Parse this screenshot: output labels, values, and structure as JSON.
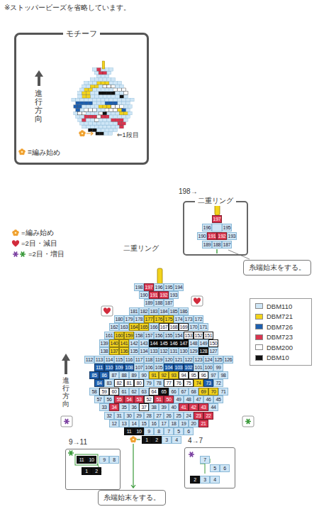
{
  "diagram": {
    "nodes": [
      {
        "text": [
          "モチーフ"
        ]
      },
      {
        "text": [
          "二重リング"
        ]
      },
      {
        "text": [
          "糸端始末をする。"
        ]
      },
      {
        "text": [
          "9→11"
        ]
      },
      {
        "text": [
          "4→7"
        ]
      },
      {
        "text": [
          "糸端始末をする。"
        ]
      }
    ],
    "labels": [
      "1",
      "2",
      "3",
      "4",
      "5",
      "6",
      "7",
      "8",
      "9",
      "10",
      "11",
      "12",
      "13",
      "14",
      "15",
      "16",
      "17",
      "18",
      "19",
      "20",
      "21",
      "22",
      "23",
      "24",
      "25",
      "26",
      "27",
      "28",
      "29",
      "30",
      "31",
      "32",
      "33",
      "34",
      "35",
      "36",
      "37",
      "38",
      "39",
      "40",
      "41",
      "42",
      "43",
      "44",
      "45",
      "46",
      "47",
      "48",
      "49",
      "50",
      "51",
      "52",
      "53",
      "54",
      "55",
      "56",
      "57",
      "58",
      "59",
      "60",
      "61",
      "62",
      "63",
      "64",
      "65",
      "66",
      "67",
      "68",
      "69",
      "70",
      "71",
      "72",
      "73",
      "74",
      "75",
      "76",
      "77",
      "78",
      "79",
      "80",
      "81",
      "82",
      "83",
      "84",
      "85",
      "86",
      "87",
      "88",
      "89",
      "90",
      "91",
      "92",
      "93",
      "94",
      "95",
      "96",
      "97",
      "98",
      "99",
      "100",
      "101",
      "102",
      "103",
      "104",
      "105",
      "106",
      "107",
      "108",
      "109",
      "110",
      "111",
      "112",
      "113",
      "114",
      "115",
      "116",
      "117",
      "118",
      "119",
      "120",
      "121",
      "122",
      "123",
      "124",
      "125",
      "126",
      "127",
      "128",
      "129",
      "130",
      "131",
      "132",
      "133",
      "134",
      "135",
      "136",
      "137",
      "138",
      "139",
      "140",
      "141",
      "142",
      "143",
      "144",
      "145",
      "146",
      "147",
      "148",
      "149",
      "150",
      "151",
      "152",
      "153",
      "154",
      "155",
      "156",
      "157",
      "158",
      "159",
      "160",
      "161",
      "162",
      "163",
      "164",
      "165",
      "166",
      "167",
      "168",
      "169",
      "170",
      "171",
      "172",
      "173",
      "174",
      "175",
      "176",
      "177",
      "178",
      "179",
      "180",
      "181",
      "182",
      "183",
      "184",
      "185",
      "186",
      "187",
      "188",
      "189",
      "190",
      "191",
      "192",
      "193",
      "194",
      "195",
      "196",
      "197",
      "198",
      "※ストッパービーズを省略しています。",
      "進行方向",
      "⇐1段目",
      "=編み始め",
      "=編み始め",
      "=2目・減目",
      "=2目・増目",
      "二重リング",
      "198→",
      "進行方向",
      "197",
      "196",
      "195",
      "190",
      "191",
      "192",
      "193",
      "189",
      "188",
      "187",
      "11",
      "10",
      "9",
      "8",
      "1",
      "2",
      "7",
      "5",
      "6",
      "2",
      "3",
      "4"
    ],
    "legend": [
      {
        "text": "DBM110",
        "color": "#cfe6f6"
      },
      {
        "text": "DBM721",
        "color": "#f2d31c"
      },
      {
        "text": "DBM726",
        "color": "#1e5fae"
      },
      {
        "text": "DBM723",
        "color": "#d9354f"
      },
      {
        "text": "DBM200",
        "color": "#ffffff"
      },
      {
        "text": "DBM10",
        "color": "#111111"
      }
    ]
  }
}
